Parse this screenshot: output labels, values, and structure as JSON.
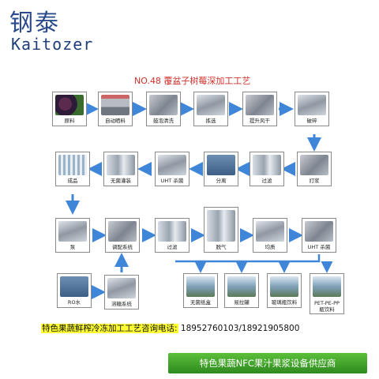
{
  "logo": {
    "cn": "钢泰",
    "en": "Kaitozer"
  },
  "title": "NO.48 覆盆子树莓深加工工艺",
  "nodes": {
    "raw": "原料",
    "auto_wash": "自动晒料",
    "bubble_wash": "鼓泡清洗",
    "sort": "拣选",
    "lift_dry": "提升风干",
    "crush": "破碎",
    "pulp": "打浆",
    "filter1": "过滤",
    "separate": "分离",
    "uht1": "UHT 杀菌",
    "aseptic_fill": "无菌灌装",
    "product": "成品",
    "pump": "泵",
    "blend": "调配系统",
    "filter2": "过滤",
    "degas": "脱气",
    "homogenize": "均质",
    "uht2": "UHT 杀菌",
    "ro_water": "RO水",
    "sugar": "溶糖系统",
    "aseptic_carton": "无菌纸盒",
    "can": "易拉罐",
    "glass": "玻璃瓶饮料",
    "pet": "PET-PE-PP\n瓶饮料"
  },
  "contact": {
    "label": "特色果蔬鲜榨冷冻加工工艺咨询电话:",
    "phones": "18952760103/18921905800"
  },
  "banner": "特色果蔬NFC果汁果浆设备供应商",
  "colors": {
    "arrow": "#3f86d8",
    "title": "#d0302a",
    "banner": "#3da12a",
    "highlight": "#ffff33"
  }
}
